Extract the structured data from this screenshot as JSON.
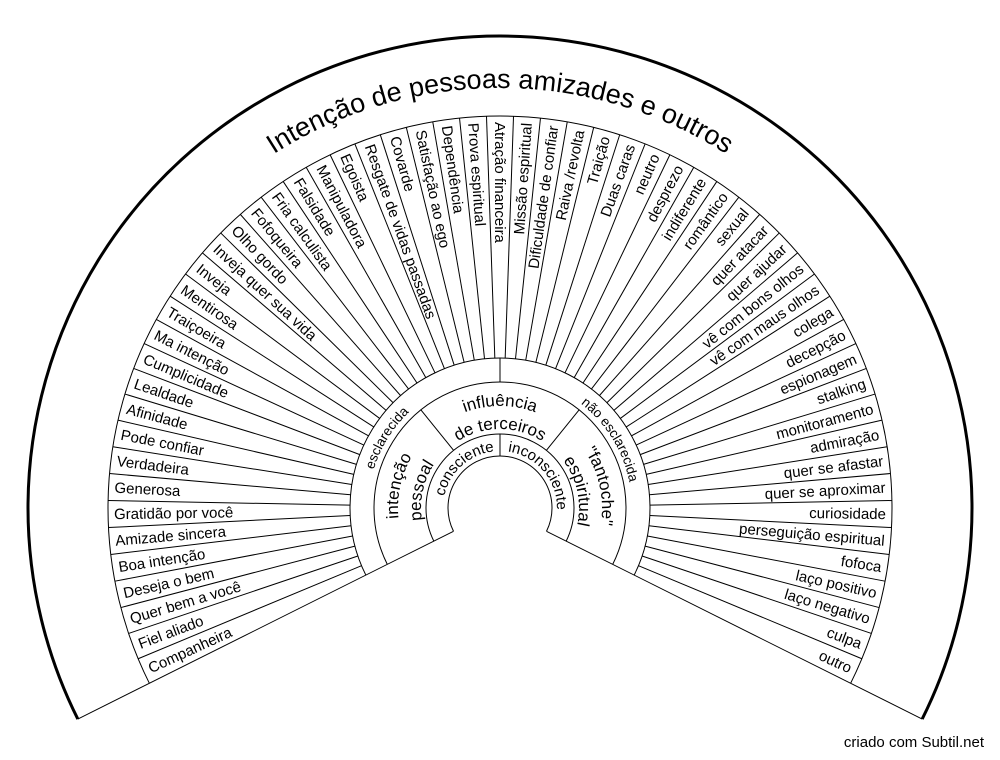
{
  "title": "Intenção de pessoas amizades e outros",
  "rings": {
    "inner": {
      "left": "consciente",
      "right": "inconsciente"
    },
    "middle": {
      "left": {
        "line1": "intenção",
        "line2": "pessoal"
      },
      "top": {
        "line1": "influência",
        "line2": "de terceiros"
      },
      "right": {
        "line1": "\"fantoche\"",
        "line2": "espiritual"
      }
    },
    "outer": {
      "left": "esclarecida",
      "right": "não esclarecida"
    }
  },
  "sectors": [
    "Companheira",
    "Fiel aliado",
    "Quer bem a você",
    "Deseja o bem",
    "Boa intenção",
    "Amizade sincera",
    "Gratidão por você",
    "Generosa",
    "Verdadeira",
    "Pode confiar",
    "Afinidade",
    "Lealdade",
    "Cumplicidade",
    "Ma intenção",
    "Traiçoeira",
    "Mentirosa",
    "Inveja",
    "Inveja quer sua vida",
    "Olho gordo",
    "Fofoqueira",
    "Fria calculista",
    "Falsidade",
    "Manipuladora",
    "Egoista",
    "Resgate de vidas passadas",
    "Covarde",
    "Satisfação ao ego",
    "Dependência",
    "Prova espiritual",
    "Atração financeira",
    "Missão espiritual",
    "Dificuldade de confiar",
    "Raiva /revolta",
    "Traição",
    "Duas caras",
    "neutro",
    "desprezo",
    "indiferente",
    "romântico",
    "sexual",
    "quer atacar",
    "quer ajudar",
    "vê com bons olhos",
    "vê com maus olhos",
    "colega",
    "decepção",
    "espionagem",
    "stalking",
    "monitoramento",
    "admiração",
    "quer se afastar",
    "quer se aproximar",
    "curiosidade",
    "perseguição espiritual",
    "fofoca",
    "laço positivo",
    "laço negativo",
    "culpa",
    "outro"
  ],
  "footer": "criado com Subtil.net",
  "colors": {
    "line": "#000000",
    "text": "#000000",
    "background": "#ffffff",
    "watermark": "#b3b3b3"
  }
}
